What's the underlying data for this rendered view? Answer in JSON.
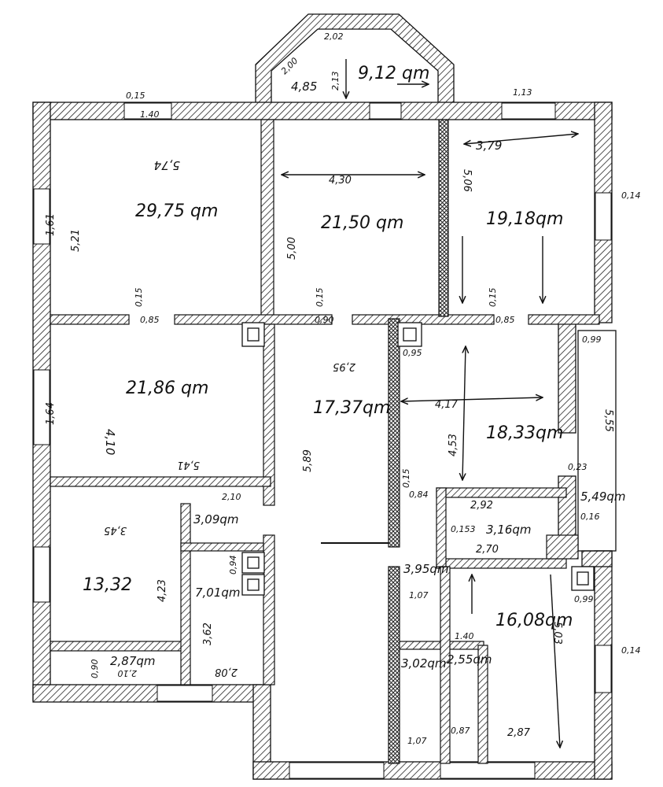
{
  "plan": {
    "areas": {
      "r1": "29,75 qm",
      "r2": "21,50 qm",
      "r3": "19,18qm",
      "bay": "9,12 qm",
      "bay_small": "4,85",
      "r4": "21,86 qm",
      "hall": "17,37qm",
      "r5": "18,33qm",
      "r6": "5,49qm",
      "r7": "13,32",
      "r8": "3,09qm",
      "r9": "7,01qm",
      "r10": "2,87qm",
      "r11": "3,16qm",
      "r12": "3,95qm",
      "r13": "16,08qm",
      "r14": "3,02qm",
      "r15": "2,55qm"
    },
    "dims": {
      "d_574": "5,74",
      "d_521": "5,21",
      "d_161": "1,61",
      "d_015a": "0,15",
      "d_140": "1.40",
      "d_430": "4,30",
      "d_500": "5,00",
      "d_379": "3,79",
      "d_506": "5,06",
      "d_113": "1,13",
      "d_014a": "0,14",
      "d_015b": "0,15",
      "d_015c": "0,15",
      "d_085a": "0,85",
      "d_090a": "0,90",
      "d_085b": "0,85",
      "d_015d": "0,15",
      "d_015e": "0,15",
      "d_095": "0,95",
      "d_099a": "0,99",
      "d_410": "4,10",
      "d_164": "1,64",
      "d_541": "5,41",
      "d_295": "2,95",
      "d_589": "5,89",
      "d_417": "4,17",
      "d_453": "4,53",
      "d_555": "5,55",
      "d_292": "2,92",
      "d_270": "2,70",
      "d_345": "3,45",
      "d_423": "4,23",
      "d_362": "3,62",
      "d_208": "2,08",
      "d_210": "2,10",
      "d_503": "5,03",
      "d_287": "2,87",
      "d_107a": "1,07",
      "d_107b": "1,07",
      "d_087": "0,87",
      "d_099b": "0,99",
      "d_014b": "0,14",
      "d_200": "2,00",
      "d_213": "2,13",
      "d_202": "2,02",
      "d_023": "0,23",
      "d_016": "0,16",
      "d_084": "0,84",
      "d_153": "0,153",
      "d_094": "0,94",
      "d_090b": "0,90",
      "d_140b": "1.40",
      "d_210b": "2,10"
    }
  }
}
